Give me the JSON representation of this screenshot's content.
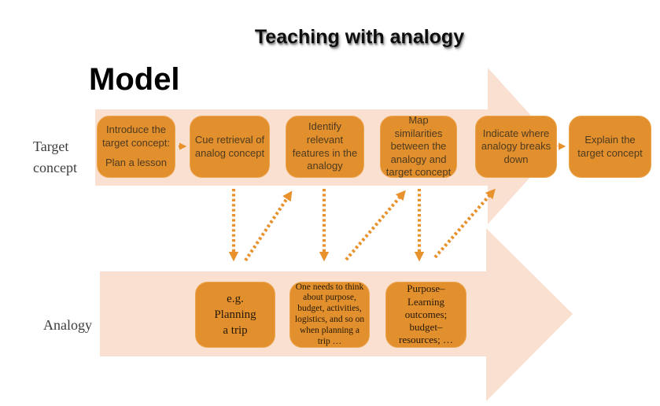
{
  "title": "Teaching with analogy",
  "heading": "Model",
  "row_labels": {
    "target": "Target concept",
    "analogy": "Analogy"
  },
  "top_row": {
    "boxes": [
      {
        "lines": [
          "Introduce the target concept:",
          "Plan a lesson"
        ]
      },
      {
        "text": "Cue retrieval of analog concept"
      },
      {
        "text": "Identify relevant features in the analogy"
      },
      {
        "text": "Map similarities between the analogy and target concept"
      },
      {
        "text": "Indicate where analogy breaks down"
      },
      {
        "text": "Explain the target concept"
      }
    ]
  },
  "bottom_row": {
    "boxes": [
      {
        "lines": [
          "e.g.",
          "Planning",
          "a trip"
        ]
      },
      {
        "text": "One needs to think about purpose, budget, activities, logistics, and so on when planning a trip …"
      },
      {
        "text": "Purpose–Learning outcomes; budget–resources; …"
      }
    ]
  },
  "colors": {
    "box_fill": "#e2902d",
    "box_border": "#eca54e",
    "arrow_fill": "#f9e0d1",
    "connector": "#e8922d",
    "box_text": "#4e3a20",
    "serif_text": "#261807",
    "label_text": "#3d3d3d"
  }
}
